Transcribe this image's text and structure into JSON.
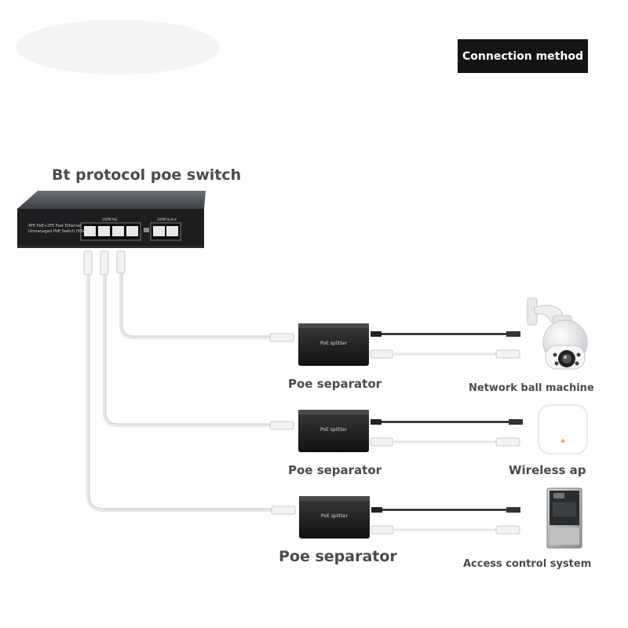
{
  "header": {
    "badge": "Connection method"
  },
  "switch": {
    "title": "Bt protocol poe switch",
    "panel_line1": "4FE PoE+2FE Fast Ethernet",
    "panel_line2": "Unmanaged PoE Switch (65W)",
    "group1_label": "100M PoE",
    "group2_label": "100M Uplink"
  },
  "separators": [
    {
      "label": "Poe separator",
      "device_text": "PoE splitter"
    },
    {
      "label": "Poe separator",
      "device_text": "PoE splitter"
    },
    {
      "label": "Poe separator",
      "device_text": "PoE splitter"
    }
  ],
  "devices": [
    {
      "label": "Network ball machine",
      "icon": "ptz-camera-icon"
    },
    {
      "label": "Wireless ap",
      "icon": "wireless-ap-icon"
    },
    {
      "label": "Access control system",
      "icon": "access-control-icon"
    }
  ]
}
